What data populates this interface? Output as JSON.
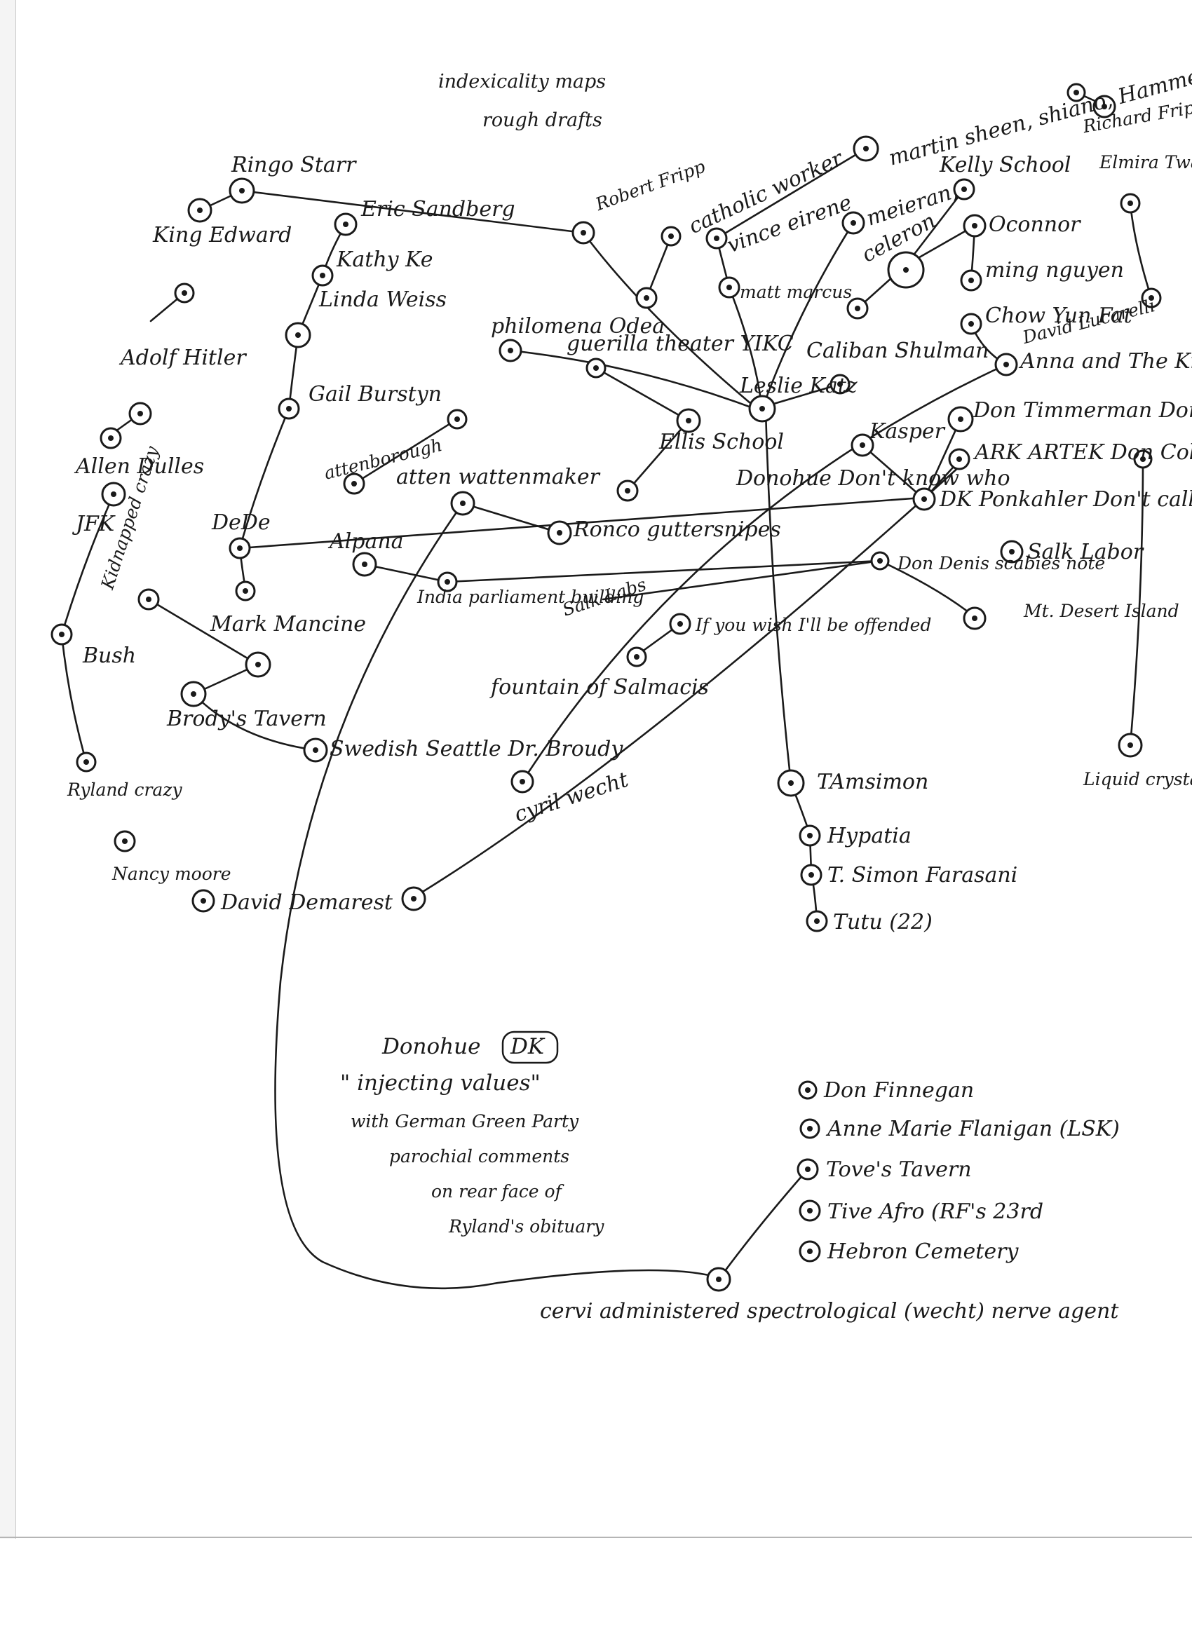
{
  "header": {
    "line1": "indexicality maps",
    "line2": "rough drafts"
  },
  "nodes": {
    "ringo_starr": "Ringo Starr",
    "king_edward": "King Edward",
    "adolf_hitler": "Adolf Hitler",
    "allen_dulles": "Allen Dulles",
    "jfk": "JFK",
    "bush": "Bush",
    "ryland_crazy": "Ryland crazy",
    "nancy_moore": "Nancy moore",
    "eric_sandberg": "Eric Sandberg",
    "kathy_ke": "Kathy Ke",
    "linda_weiss": "Linda Weiss",
    "gail_burstyn": "Gail Burstyn",
    "dede": "DeDe",
    "mark_mancine": "Mark Mancine",
    "kidnapped_crazy": "Kidnapped crazy",
    "brodys_tavern": "Brody's Tavern",
    "swedish_seattle": "Swedish Seattle Dr. Broudy",
    "attenborough": "attenborough",
    "atten_wattenmaker": "atten wattenmaker",
    "alpana": "Alpana",
    "india_parliament": "India parliament building",
    "ronco_guttersnipes": "Ronco guttersnipes",
    "david_demarest": "David Demarest",
    "cyril_wecht": "cyril wecht",
    "robert_fripp": "Robert Fripp",
    "catholic_worker": "catholic worker",
    "vince_eirene": "vince eirene",
    "matt_marcus": "matt marcus",
    "martin_sheen": "martin sheen, shiano, Hammer",
    "richard_fripp": "Richard Fripp",
    "meieran": "meieran,",
    "kelly_school": "Kelly School",
    "elmira_twain": "Elmira Twain",
    "philomena_odea": "philomena Odea",
    "guerilla_theater": "guerilla theater YIKC",
    "ellis_school": "Ellis School",
    "leslie_katz": "Leslie Katz",
    "caliban_shulman": "Caliban Shulman",
    "celeron": "celeron",
    "oconnor": "Oconnor",
    "ming_nguyen": "ming nguyen",
    "chow_yun_fat": "Chow Yun Fat",
    "david_lucarelli": "David Lucarelli",
    "anna_king": "Anna and The King",
    "don_timmerman": "Don Timmerman Don't Immerman",
    "kasper": "Kasper",
    "ark_artek": "ARK ARTEK Don Collar",
    "dk_ponkahler": "DK Ponkahler Don't call her",
    "donohue_dontknow": "Donohue Don't know who",
    "salk_labor": "Salk Labor",
    "don_denis": "Don Denis scabies note",
    "mt_desert": "Mt. Desert Island",
    "salk_labs": "Salk Labs",
    "if_you_wish": "If you wish I'll be offended",
    "fountain_salmacis": "fountain of Salmacis",
    "liquid_crystals": "Liquid crystals",
    "tamsimon": "TAmsimon",
    "hypatia": "Hypatia",
    "simon_farasani": "T. Simon Farasani",
    "tutu": "Tutu (22)",
    "don_finnegan": "Don Finnegan",
    "anne_marie": "Anne Marie Flanigan (LSK)",
    "toves_tavern": "Tove's Tavern",
    "tive_afro": "Tive Afro (RF's 23rd",
    "hebron_cemetery": "Hebron Cemetery",
    "cervi": "cervi administered spectrological (wecht) nerve agent"
  },
  "note": {
    "donohue": "Donohue",
    "dk": "DK",
    "line2": "\" injecting values\"",
    "line3": "with German Green Party",
    "line4": "parochial comments",
    "line5": "on rear face of",
    "line6": "Ryland's obituary"
  },
  "colors": {
    "ink": "#1a1a1a",
    "paper": "#ffffff",
    "edge_strip": "#f4f4f4"
  }
}
